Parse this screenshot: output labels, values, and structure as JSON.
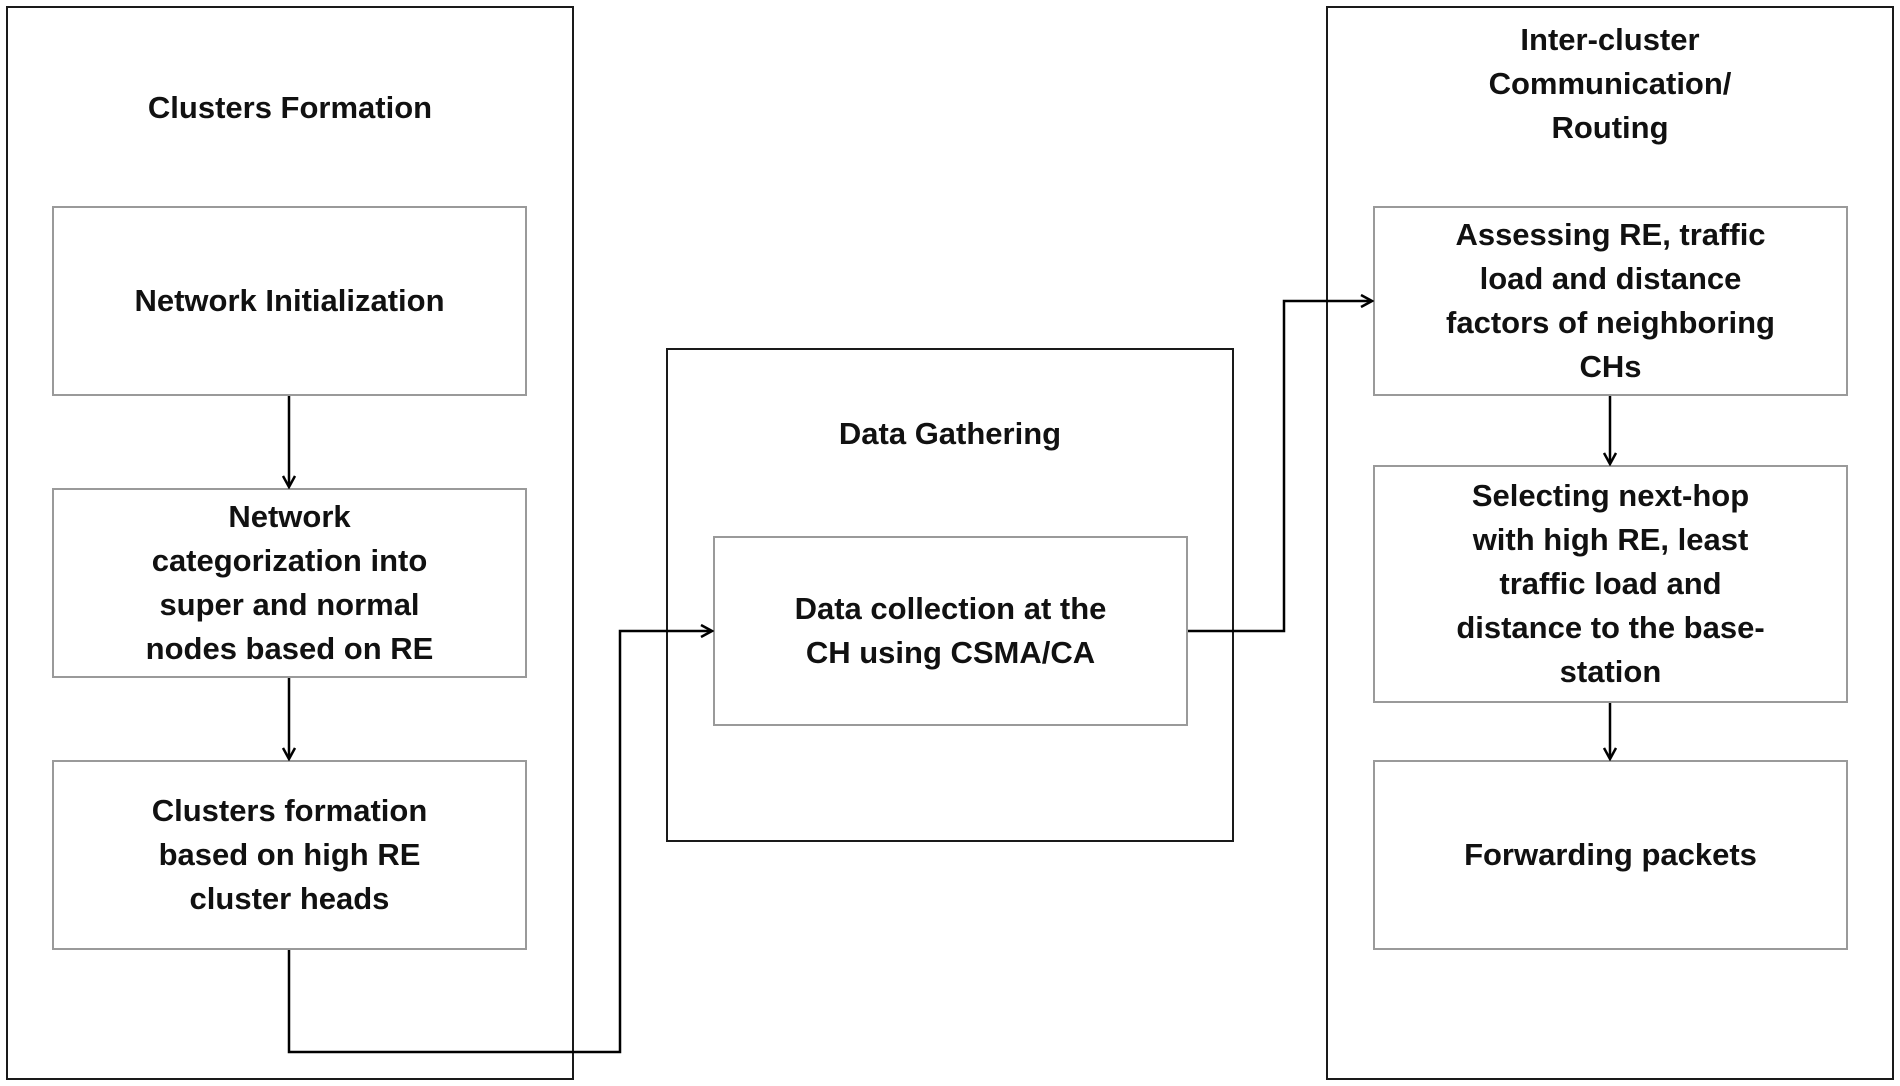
{
  "diagram": {
    "panels": {
      "clusters_formation": {
        "title": "Clusters Formation",
        "steps": {
          "network_initialization": "Network Initialization",
          "network_categorization": "Network\ncategorization into\nsuper and normal\nnodes based on RE",
          "clusters_formation": "Clusters formation\nbased on high RE\ncluster heads"
        }
      },
      "data_gathering": {
        "title": "Data Gathering",
        "steps": {
          "data_collection": "Data collection at the\nCH using CSMA/CA"
        }
      },
      "inter_cluster": {
        "title": "Inter-cluster\nCommunication/\nRouting",
        "steps": {
          "assessing": "Assessing RE, traffic\nload and distance\nfactors of neighboring\nCHs",
          "selecting": "Selecting next-hop\nwith high RE, least\ntraffic load and\ndistance to the base-\nstation",
          "forwarding": "Forwarding packets"
        }
      }
    },
    "colors": {
      "panel_border": "#1a1a1a",
      "step_border": "#9a9a9a",
      "arrow": "#000000",
      "text": "#111111"
    }
  }
}
